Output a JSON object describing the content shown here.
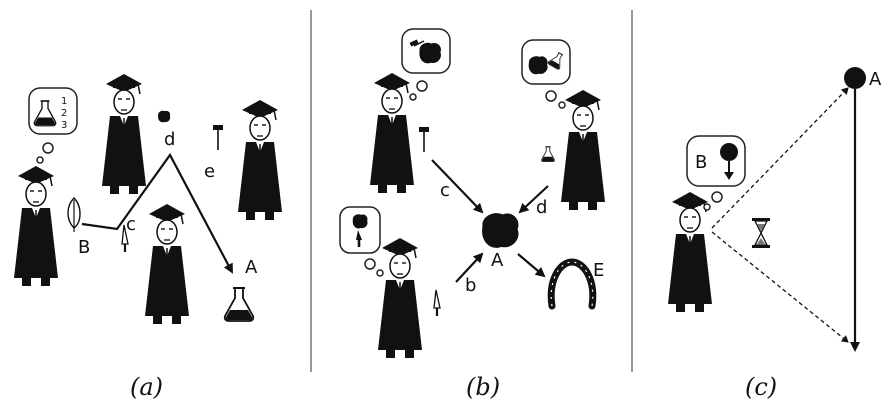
{
  "panels": [
    {
      "caption": "(a)",
      "labels": {
        "B": "B",
        "c": "c",
        "d": "d",
        "e": "e",
        "A": "A"
      },
      "thought_numbers": [
        "1",
        "2",
        "3"
      ]
    },
    {
      "caption": "(b)",
      "labels": {
        "c": "c",
        "d": "d",
        "A": "A",
        "b": "b",
        "E": "E"
      }
    },
    {
      "caption": "(c)",
      "labels": {
        "A": "A",
        "B": "B"
      }
    }
  ],
  "colors": {
    "ink": "#111111",
    "background": "#ffffff",
    "divider": "#555555"
  },
  "icons": [
    "graduate-figure",
    "thought-bubble",
    "flask",
    "rock",
    "horseshoe",
    "hourglass",
    "ball",
    "hammer",
    "feather-quill",
    "knife"
  ]
}
